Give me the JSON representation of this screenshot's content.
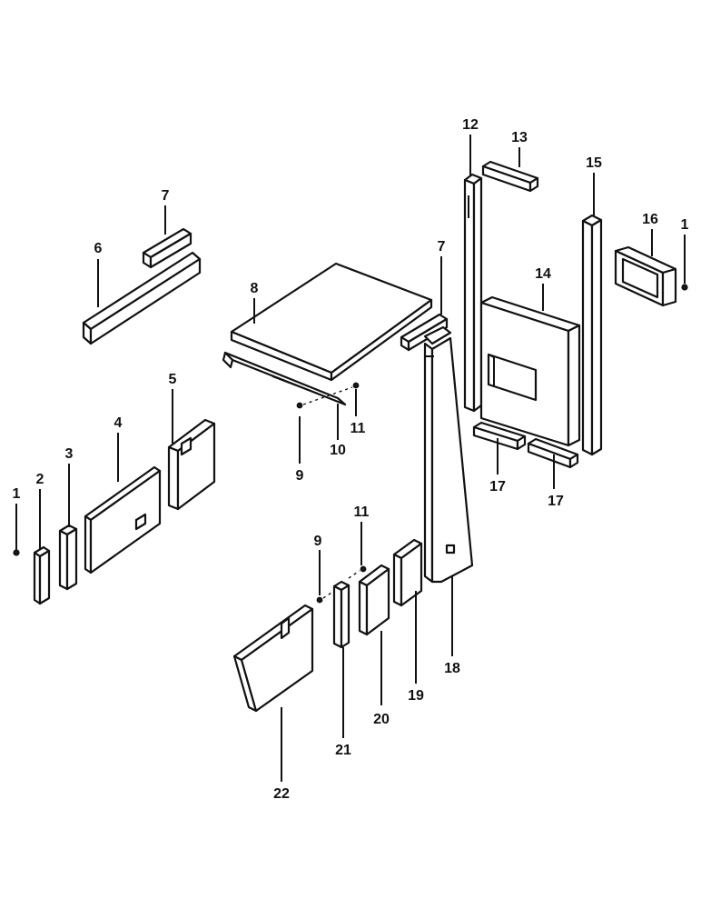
{
  "callouts": {
    "c1_left": "1",
    "c1_right": "1",
    "c2": "2",
    "c3": "3",
    "c4": "4",
    "c5": "5",
    "c6": "6",
    "c7_left": "7",
    "c7_right": "7",
    "c8": "8",
    "c9_upper": "9",
    "c9_lower": "9",
    "c10": "10",
    "c11_upper": "11",
    "c11_lower": "11",
    "c12": "12",
    "c13": "13",
    "c14": "14",
    "c15": "15",
    "c16": "16",
    "c17_left": "17",
    "c17_right": "17",
    "c18": "18",
    "c19": "19",
    "c20": "20",
    "c21": "21",
    "c22": "22"
  }
}
